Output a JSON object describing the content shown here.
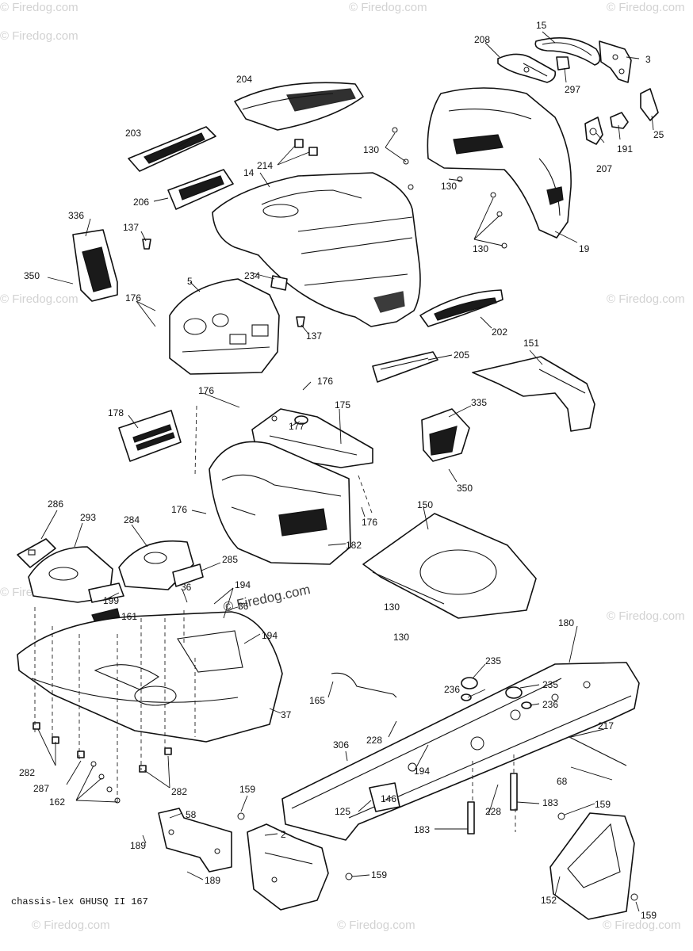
{
  "watermark": "© Firedog.com",
  "reference_code": "chassis-lex GHUSQ II 167",
  "callouts": {
    "c15": "15",
    "c208": "208",
    "c3": "3",
    "c297": "297",
    "c204": "204",
    "c25": "25",
    "c130a": "130",
    "c130b": "130",
    "c130c": "130",
    "c130d": "130",
    "c130e": "130",
    "c191": "191",
    "c207": "207",
    "c203": "203",
    "c214": "214",
    "c14": "14",
    "c206": "206",
    "c19": "19",
    "c336": "336",
    "c137a": "137",
    "c137b": "137",
    "c234": "234",
    "c350a": "350",
    "c350b": "350",
    "c5": "5",
    "c176a": "176",
    "c176b": "176",
    "c176c": "176",
    "c176d": "176",
    "c176e": "176",
    "c202": "202",
    "c205": "205",
    "c151": "151",
    "c178": "178",
    "c175": "175",
    "c177": "177",
    "c335": "335",
    "c286": "286",
    "c293": "293",
    "c284": "284",
    "c182": "182",
    "c150": "150",
    "c285": "285",
    "c36a": "36",
    "c36b": "36",
    "c194a": "194",
    "c194b": "194",
    "c194c": "194",
    "c199": "199",
    "c161": "161",
    "c180": "180",
    "c235a": "235",
    "c235b": "235",
    "c236a": "236",
    "c236b": "236",
    "c165": "165",
    "c37": "37",
    "c217": "217",
    "c228a": "228",
    "c228b": "228",
    "c306": "306",
    "c282a": "282",
    "c282b": "282",
    "c287": "287",
    "c162": "162",
    "c68": "68",
    "c159a": "159",
    "c159b": "159",
    "c159c": "159",
    "c159d": "159",
    "c58": "58",
    "c2": "2",
    "c146": "146",
    "c125": "125",
    "c183a": "183",
    "c183b": "183",
    "c189a": "189",
    "c189b": "189",
    "c152": "152"
  }
}
